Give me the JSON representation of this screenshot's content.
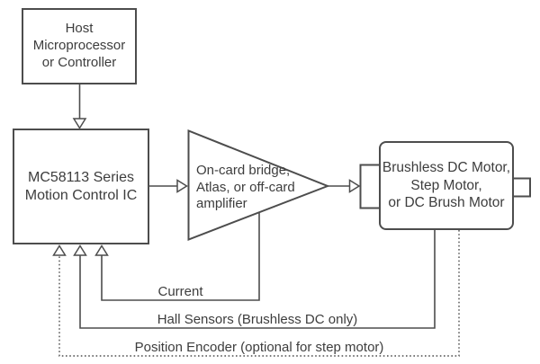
{
  "diagram": {
    "host_box": {
      "lines": [
        "Host",
        "Microprocessor",
        "or Controller"
      ]
    },
    "controller_box": {
      "lines": [
        "MC58113 Series",
        "Motion Control IC"
      ]
    },
    "amplifier": {
      "lines": [
        "On-card bridge,",
        "Atlas, or off-card",
        "amplifier"
      ]
    },
    "motor_box": {
      "lines": [
        "Brushless DC Motor,",
        "Step Motor,",
        "or DC Brush Motor"
      ]
    },
    "feedback_labels": {
      "current": "Current",
      "hall_sensors": "Hall Sensors (Brushless DC only)",
      "position_encoder": "Position Encoder (optional for step motor)"
    },
    "colors": {
      "line": "#4d4d4d",
      "text": "#3d3d3d",
      "background": "#ffffff"
    }
  }
}
